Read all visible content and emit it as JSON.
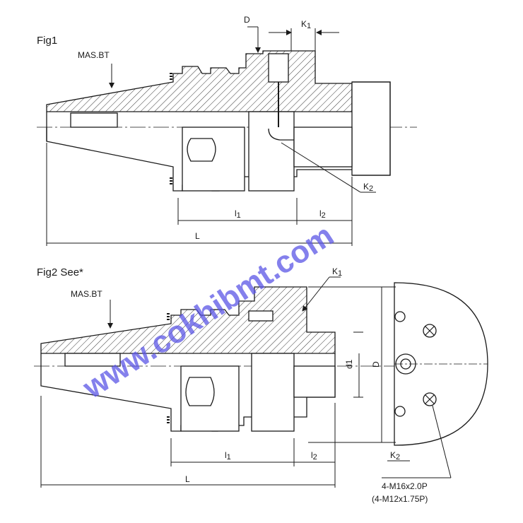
{
  "fig1": {
    "title": "Fig1",
    "material_label": "MAS.BT",
    "dim_D": "D",
    "dim_K1": "K",
    "dim_K1_sub": "1",
    "dim_K2": "K",
    "dim_K2_sub": "2",
    "dim_l1": "l",
    "dim_l1_sub": "1",
    "dim_l2": "l",
    "dim_l2_sub": "2",
    "dim_L": "L"
  },
  "fig2": {
    "title": "Fig2 See*",
    "material_label": "MAS.BT",
    "dim_K1": "K",
    "dim_K1_sub": "1",
    "dim_K2": "K",
    "dim_K2_sub": "2",
    "dim_d1": "d1",
    "dim_D": "D",
    "dim_l1": "l",
    "dim_l1_sub": "1",
    "dim_l2": "l",
    "dim_l2_sub": "2",
    "dim_L": "L",
    "thread_spec": "4-M16x2.0P",
    "thread_spec_alt": "(4-M12x1.75P)"
  },
  "watermark": "www.cokhibmt.com",
  "colors": {
    "line": "#1a1a1a",
    "hatch": "#3a3a3a",
    "watermark": "#5b56e6"
  }
}
